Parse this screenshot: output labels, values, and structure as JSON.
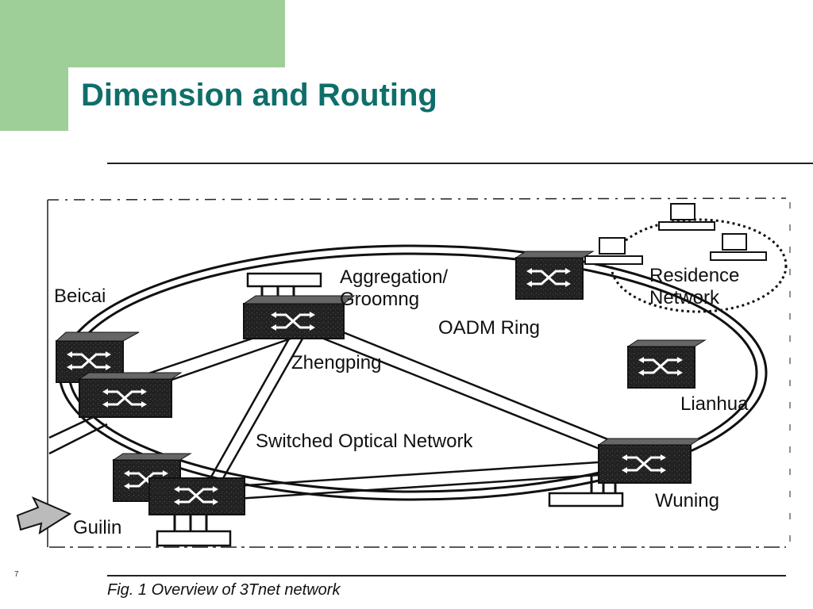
{
  "slide": {
    "title": "Dimension and Routing",
    "accent_color": "#9fcf98",
    "title_color": "#0f6e6a"
  },
  "diagram": {
    "labels": {
      "beicai": "Beicai",
      "aggregation_line1": "Aggregation/",
      "aggregation_line2": "Groomng",
      "oadm_ring": "OADM Ring",
      "residence_line1": "Residence",
      "residence_line2": "Network",
      "zhengping": "Zhengping",
      "lianhua": "Lianhua",
      "switched_optical_network": "Switched Optical Network",
      "wuning": "Wuning",
      "guilin": "Guilin"
    },
    "caption": "Fig. 1 Overview of 3Tnet network",
    "corner_mark": "7",
    "icons": [
      "optical-switch-icon",
      "router-device-icon",
      "computer-terminal-icon",
      "arrow-icon"
    ]
  }
}
